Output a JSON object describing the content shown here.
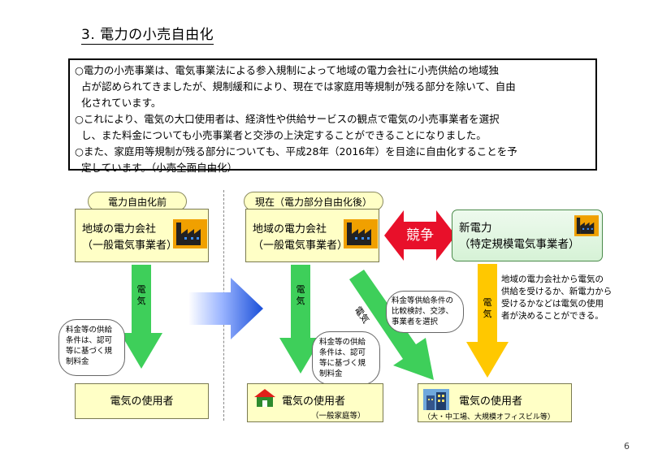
{
  "title": "3. 電力の小売自由化",
  "summary": {
    "bullets": [
      {
        "mark": "○",
        "lines": [
          "電力の小売事業は、電気事業法による参入規制によって地域の電力会社に小売供給の地域独",
          "占が認められてきましたが、規制緩和により、現在では家庭用等規制が残る部分を除いて、自由",
          "化されています。"
        ]
      },
      {
        "mark": "○",
        "lines": [
          "これにより、電気の大口使用者は、経済性や供給サービスの観点で電気の小売事業者を選択",
          "し、また料金についても小売事業者と交渉の上決定することができることになりました。"
        ]
      },
      {
        "mark": "○",
        "lines": [
          "また、家庭用等規制が残る部分についても、平成28年（2016年）を目途に自由化することを予",
          "定しています。（小売全面自由化）"
        ]
      }
    ]
  },
  "before": {
    "label": "電力自由化前",
    "company": {
      "line1": "地域の電力会社",
      "line2": "（一般電気事業者）"
    },
    "arrow_label": "電気",
    "cloud": [
      "料金等の供給",
      "条件は、認可",
      "等に基づく規",
      "制料金"
    ],
    "user": "電気の使用者"
  },
  "after": {
    "label": "現在（電力部分自由化後）",
    "company": {
      "line1": "地域の電力会社",
      "line2": "（一般電気事業者）"
    },
    "competition": "競争",
    "new_power": {
      "line1": "新電力",
      "line2": "（特定規模電気事業者）"
    },
    "arrow_label_left": "電気",
    "arrow_label_diag": "電気",
    "arrow_label_right": "電気",
    "cloud_left": [
      "料金等の供給",
      "条件は、認可",
      "等に基づく規",
      "制料金"
    ],
    "cloud_right": [
      "料金等供給条件の",
      "比較検討、交渉、",
      "事業者を選択"
    ],
    "note": [
      "地域の電力会社から電気の",
      "供給を受けるか、新電力から",
      "受けるかなどは電気の使用",
      "者が決めることができる。"
    ],
    "user_home": {
      "label": "電気の使用者",
      "sub": "（一般家庭等）"
    },
    "user_large": {
      "label": "電気の使用者",
      "sub": "（大・中工場、大規模オフィスビル等）"
    }
  },
  "page_number": "6",
  "colors": {
    "pale_yellow": "#ffffc6",
    "green_arrow": "#3ecf5a",
    "yellow_arrow": "#ffc800",
    "competition_red": "#e8102a",
    "blue_arrow": "#2255dd"
  }
}
